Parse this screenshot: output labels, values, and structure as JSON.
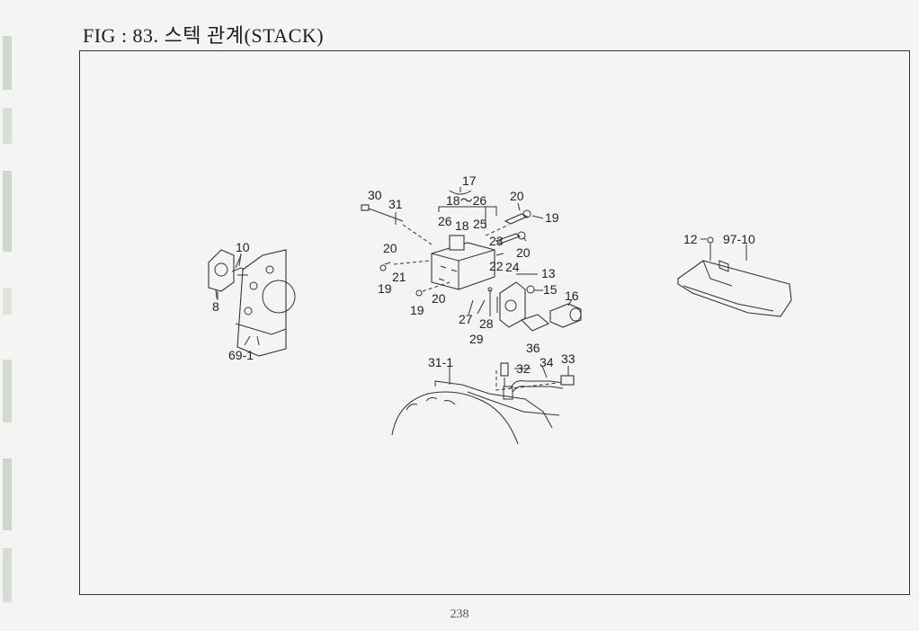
{
  "header": {
    "title": "FIG : 83. 스텍 관계(STACK)"
  },
  "footer": {
    "page_number": "238"
  },
  "diagram": {
    "callouts": {
      "c8": "8",
      "c10": "10",
      "c69_1": "69-1",
      "c17": "17",
      "c18_26": "18～26",
      "c30": "30",
      "c31": "31",
      "c26": "26",
      "c18": "18",
      "c25": "25",
      "c20a": "20",
      "c19a": "19",
      "c23": "23",
      "c20b": "20",
      "c22": "22",
      "c24": "24",
      "c20c": "20",
      "c21": "21",
      "c19b": "19",
      "c19c": "19",
      "c20d": "20",
      "c13": "13",
      "c15": "15",
      "c16": "16",
      "c27": "27",
      "c28": "28",
      "c29": "29",
      "c36": "36",
      "c31_1": "31-1",
      "c32": "32",
      "c34": "34",
      "c33": "33",
      "c12": "12",
      "c97_10": "97-10"
    }
  }
}
